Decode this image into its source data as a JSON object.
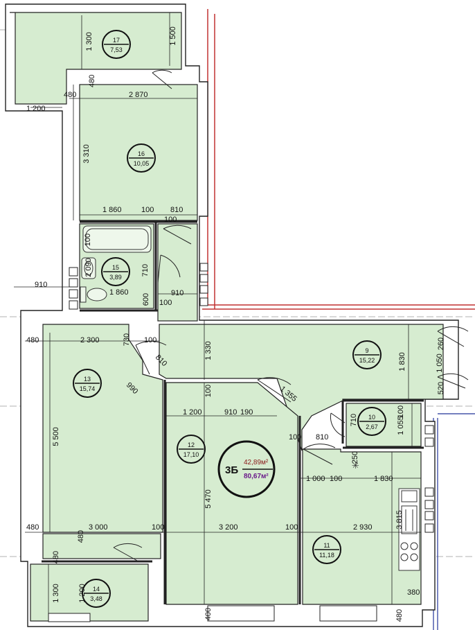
{
  "apartment": {
    "code": "3Б",
    "living_area": "42,89м²",
    "total_area": "80,67м²",
    "colors": {
      "living": "#8b1a1a",
      "total": "#6a1a8a",
      "room_fill": "#d6ecd0",
      "wall": "#222222"
    }
  },
  "rooms": [
    {
      "num": "17",
      "area": "7,53"
    },
    {
      "num": "16",
      "area": "10,05"
    },
    {
      "num": "15",
      "area": "3,89"
    },
    {
      "num": "13",
      "area": "15,74"
    },
    {
      "num": "12",
      "area": "17,10"
    },
    {
      "num": "9",
      "area": "15,22"
    },
    {
      "num": "10",
      "area": "2,67"
    },
    {
      "num": "11",
      "area": "11,18"
    },
    {
      "num": "14",
      "area": "3,48"
    }
  ],
  "dimensions": [
    "1 300",
    "1 500",
    "480",
    "1 200",
    "2 870",
    "480",
    "3 310",
    "1 860",
    "100",
    "810",
    "100",
    "100",
    "2 090",
    "710",
    "1 860",
    "600",
    "100",
    "910",
    "910",
    "480",
    "2 300",
    "730",
    "100",
    "810",
    "1 330",
    "990",
    "1 830",
    "1 050",
    "260",
    "520",
    "1 355",
    "1 200",
    "910",
    "190",
    "100",
    "5 500",
    "5 470",
    "710",
    "100",
    "810",
    "1 055",
    "100",
    "250",
    "1 000",
    "100",
    "1 830",
    "480",
    "3 000",
    "100",
    "480",
    "3 200",
    "100",
    "2 930",
    "3 815",
    "480",
    "1 300",
    "1 200",
    "380",
    "400",
    "480"
  ]
}
